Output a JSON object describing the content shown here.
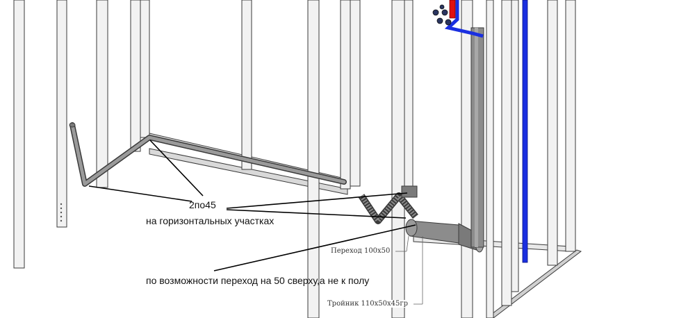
{
  "annotations": {
    "elbows_2x45": "2по45",
    "horizontal_sections": "на горизонтальных участках",
    "transition_note": "по возможности переход на 50  сверху,а не к полу"
  },
  "dimension_labels": {
    "reducer": "Переход 100х50",
    "tee": "Тройник 110х50х45гр"
  },
  "colors": {
    "frame_fill": "#f2f2f2",
    "frame_edge": "#3a3a3a",
    "pipe_gray": "#8c8c8c",
    "pipe_dark": "#5e5e5e",
    "pipe_blue": "#1a2fe0",
    "pipe_red": "#e01010",
    "leader_line": "#000000"
  }
}
